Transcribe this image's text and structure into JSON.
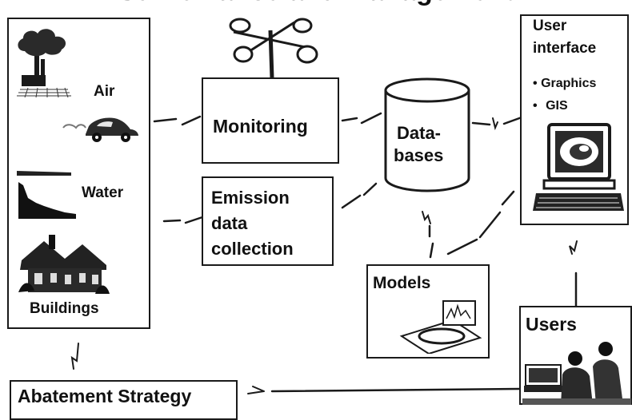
{
  "title": "Surveillance and Management",
  "sources": {
    "air": "Air",
    "water": "Water",
    "buildings": "Buildings"
  },
  "monitoring": "Monitoring",
  "emission": [
    "Emission",
    "data",
    "collection"
  ],
  "databases": [
    "Data-",
    "bases"
  ],
  "user_interface": {
    "heading": [
      "User",
      "interface"
    ],
    "items": [
      "Graphics",
      "GIS"
    ]
  },
  "models": "Models",
  "users": "Users",
  "abatement": "Abatement Strategy"
}
